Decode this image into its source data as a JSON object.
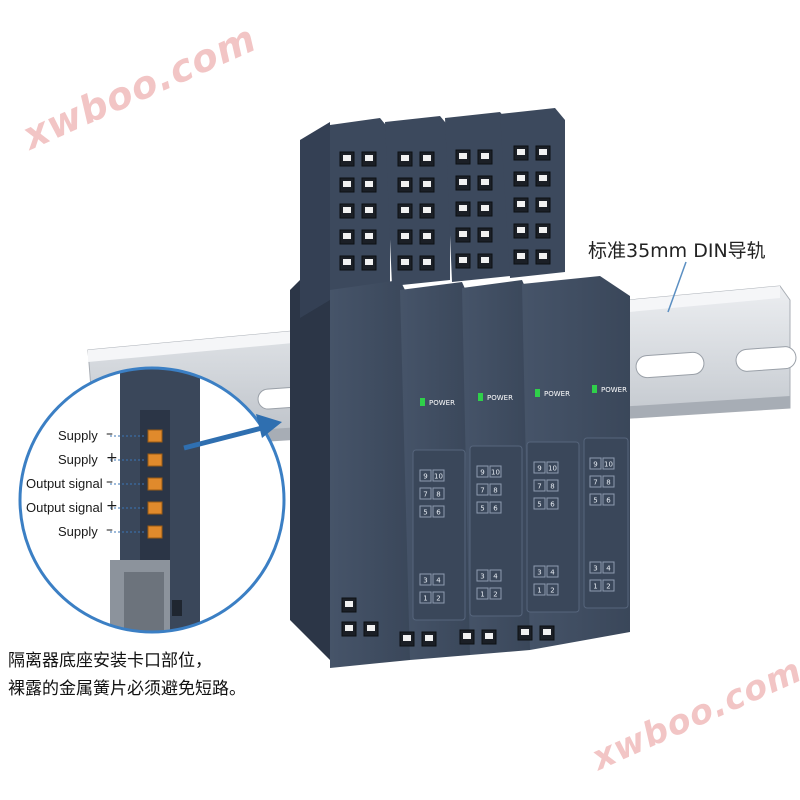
{
  "watermark": "xwboo.com",
  "rail_label": "标准35mm DIN导轨",
  "detail_pins": [
    {
      "label": "Supply",
      "sign": "–"
    },
    {
      "label": "Supply",
      "sign": "+"
    },
    {
      "label": "Output signal",
      "sign": "–"
    },
    {
      "label": "Output signal",
      "sign": "+"
    },
    {
      "label": "Supply",
      "sign": "–"
    }
  ],
  "note": {
    "line1": "隔离器底座安装卡口部位，",
    "line2": "裸露的金属簧片必须避免短路。"
  },
  "modules": [
    {
      "power_label": "POWER"
    },
    {
      "power_label": "POWER"
    },
    {
      "power_label": "POWER"
    },
    {
      "power_label": "POWER"
    }
  ],
  "terminal_numbers": [
    "9",
    "10",
    "7",
    "8",
    "5",
    "6",
    "3",
    "4",
    "1",
    "2"
  ],
  "colors": {
    "module_body": "#3f4d62",
    "module_dark": "#2b3546",
    "rail": "#d7dadf",
    "power_led": "#2fd04a",
    "terminal_orange": "#e08a2c",
    "arrow": "#2f6fb0"
  }
}
